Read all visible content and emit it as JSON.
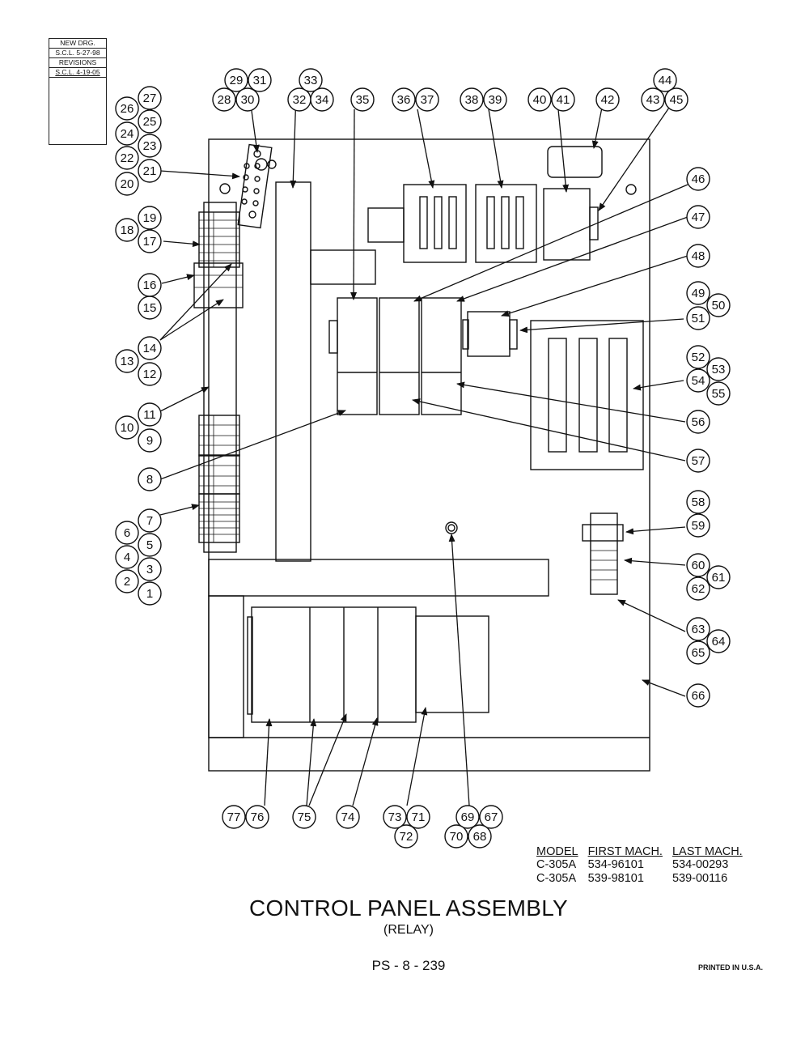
{
  "revision_block": {
    "line1": "NEW DRG.",
    "line2": "S.C.L. 5-27-98",
    "line3": "REVISIONS",
    "line4": "S.C.L. 4-19-05"
  },
  "callouts": [
    "1",
    "2",
    "3",
    "4",
    "5",
    "6",
    "7",
    "8",
    "9",
    "10",
    "11",
    "12",
    "13",
    "14",
    "15",
    "16",
    "17",
    "18",
    "19",
    "20",
    "21",
    "22",
    "23",
    "24",
    "25",
    "26",
    "27",
    "28",
    "29",
    "30",
    "31",
    "32",
    "33",
    "34",
    "35",
    "36",
    "37",
    "38",
    "39",
    "40",
    "41",
    "42",
    "43",
    "44",
    "45",
    "46",
    "47",
    "48",
    "49",
    "50",
    "51",
    "52",
    "53",
    "54",
    "55",
    "56",
    "57",
    "58",
    "59",
    "60",
    "61",
    "62",
    "63",
    "64",
    "65",
    "66",
    "67",
    "68",
    "69",
    "70",
    "71",
    "72",
    "73",
    "74",
    "75",
    "76",
    "77"
  ],
  "model_table": {
    "headers": [
      "MODEL",
      "FIRST MACH.",
      "LAST MACH."
    ],
    "rows": [
      [
        "C-305A",
        "534-96101",
        "534-00293"
      ],
      [
        "C-305A",
        "539-98101",
        "539-00116"
      ]
    ]
  },
  "title": "CONTROL PANEL ASSEMBLY",
  "subtitle": "(RELAY)",
  "page_number": "PS - 8 - 239",
  "printed": "PRINTED IN U.S.A."
}
